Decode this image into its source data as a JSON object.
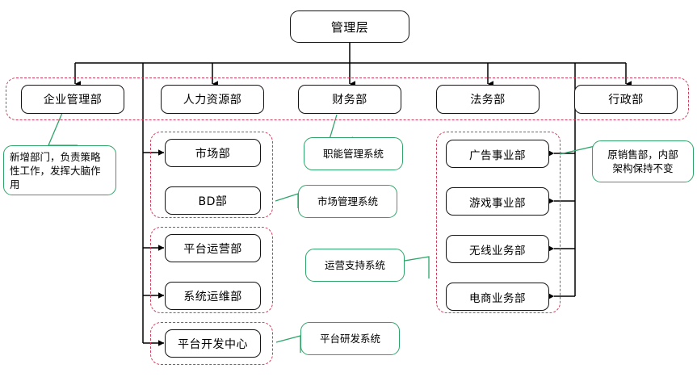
{
  "diagram": {
    "title_node": {
      "label": "管理层"
    },
    "colors": {
      "node_border": "#141414",
      "group_dashed": "#d2395b",
      "callout_border": "#2fa46a",
      "connector": "#000000",
      "background": "#ffffff"
    },
    "top_row": {
      "group_name": "management-departments-group",
      "items": [
        {
          "label": "企业管理部"
        },
        {
          "label": "人力资源部"
        },
        {
          "label": "财务部"
        },
        {
          "label": "法务部"
        },
        {
          "label": "行政部"
        }
      ]
    },
    "left_groups": [
      {
        "group_name": "market-group",
        "items": [
          {
            "label": "市场部"
          },
          {
            "label": "BD部"
          }
        ]
      },
      {
        "group_name": "operations-group",
        "items": [
          {
            "label": "平台运营部"
          },
          {
            "label": "系统运维部"
          }
        ]
      },
      {
        "group_name": "platform-dev-group",
        "items": [
          {
            "label": "平台开发中心"
          }
        ]
      }
    ],
    "right_group": {
      "group_name": "business-units-group",
      "items": [
        {
          "label": "广告事业部"
        },
        {
          "label": "游戏事业部"
        },
        {
          "label": "无线业务部"
        },
        {
          "label": "电商业务部"
        }
      ]
    },
    "callouts": [
      {
        "name": "callout-new-department",
        "text": "新增部门，负责策略性工作，发挥大脑作用",
        "align": "left"
      },
      {
        "name": "callout-functional-system",
        "text": "职能管理系统",
        "align": "center"
      },
      {
        "name": "callout-market-system",
        "text": "市场管理系统",
        "align": "center"
      },
      {
        "name": "callout-operation-support-system",
        "text": "运营支持系统",
        "align": "center"
      },
      {
        "name": "callout-platform-rd-system",
        "text": "平台研发系统",
        "align": "center"
      },
      {
        "name": "callout-former-sales",
        "text": "原销售部，内部\n架构保持不变",
        "align": "center"
      }
    ]
  }
}
